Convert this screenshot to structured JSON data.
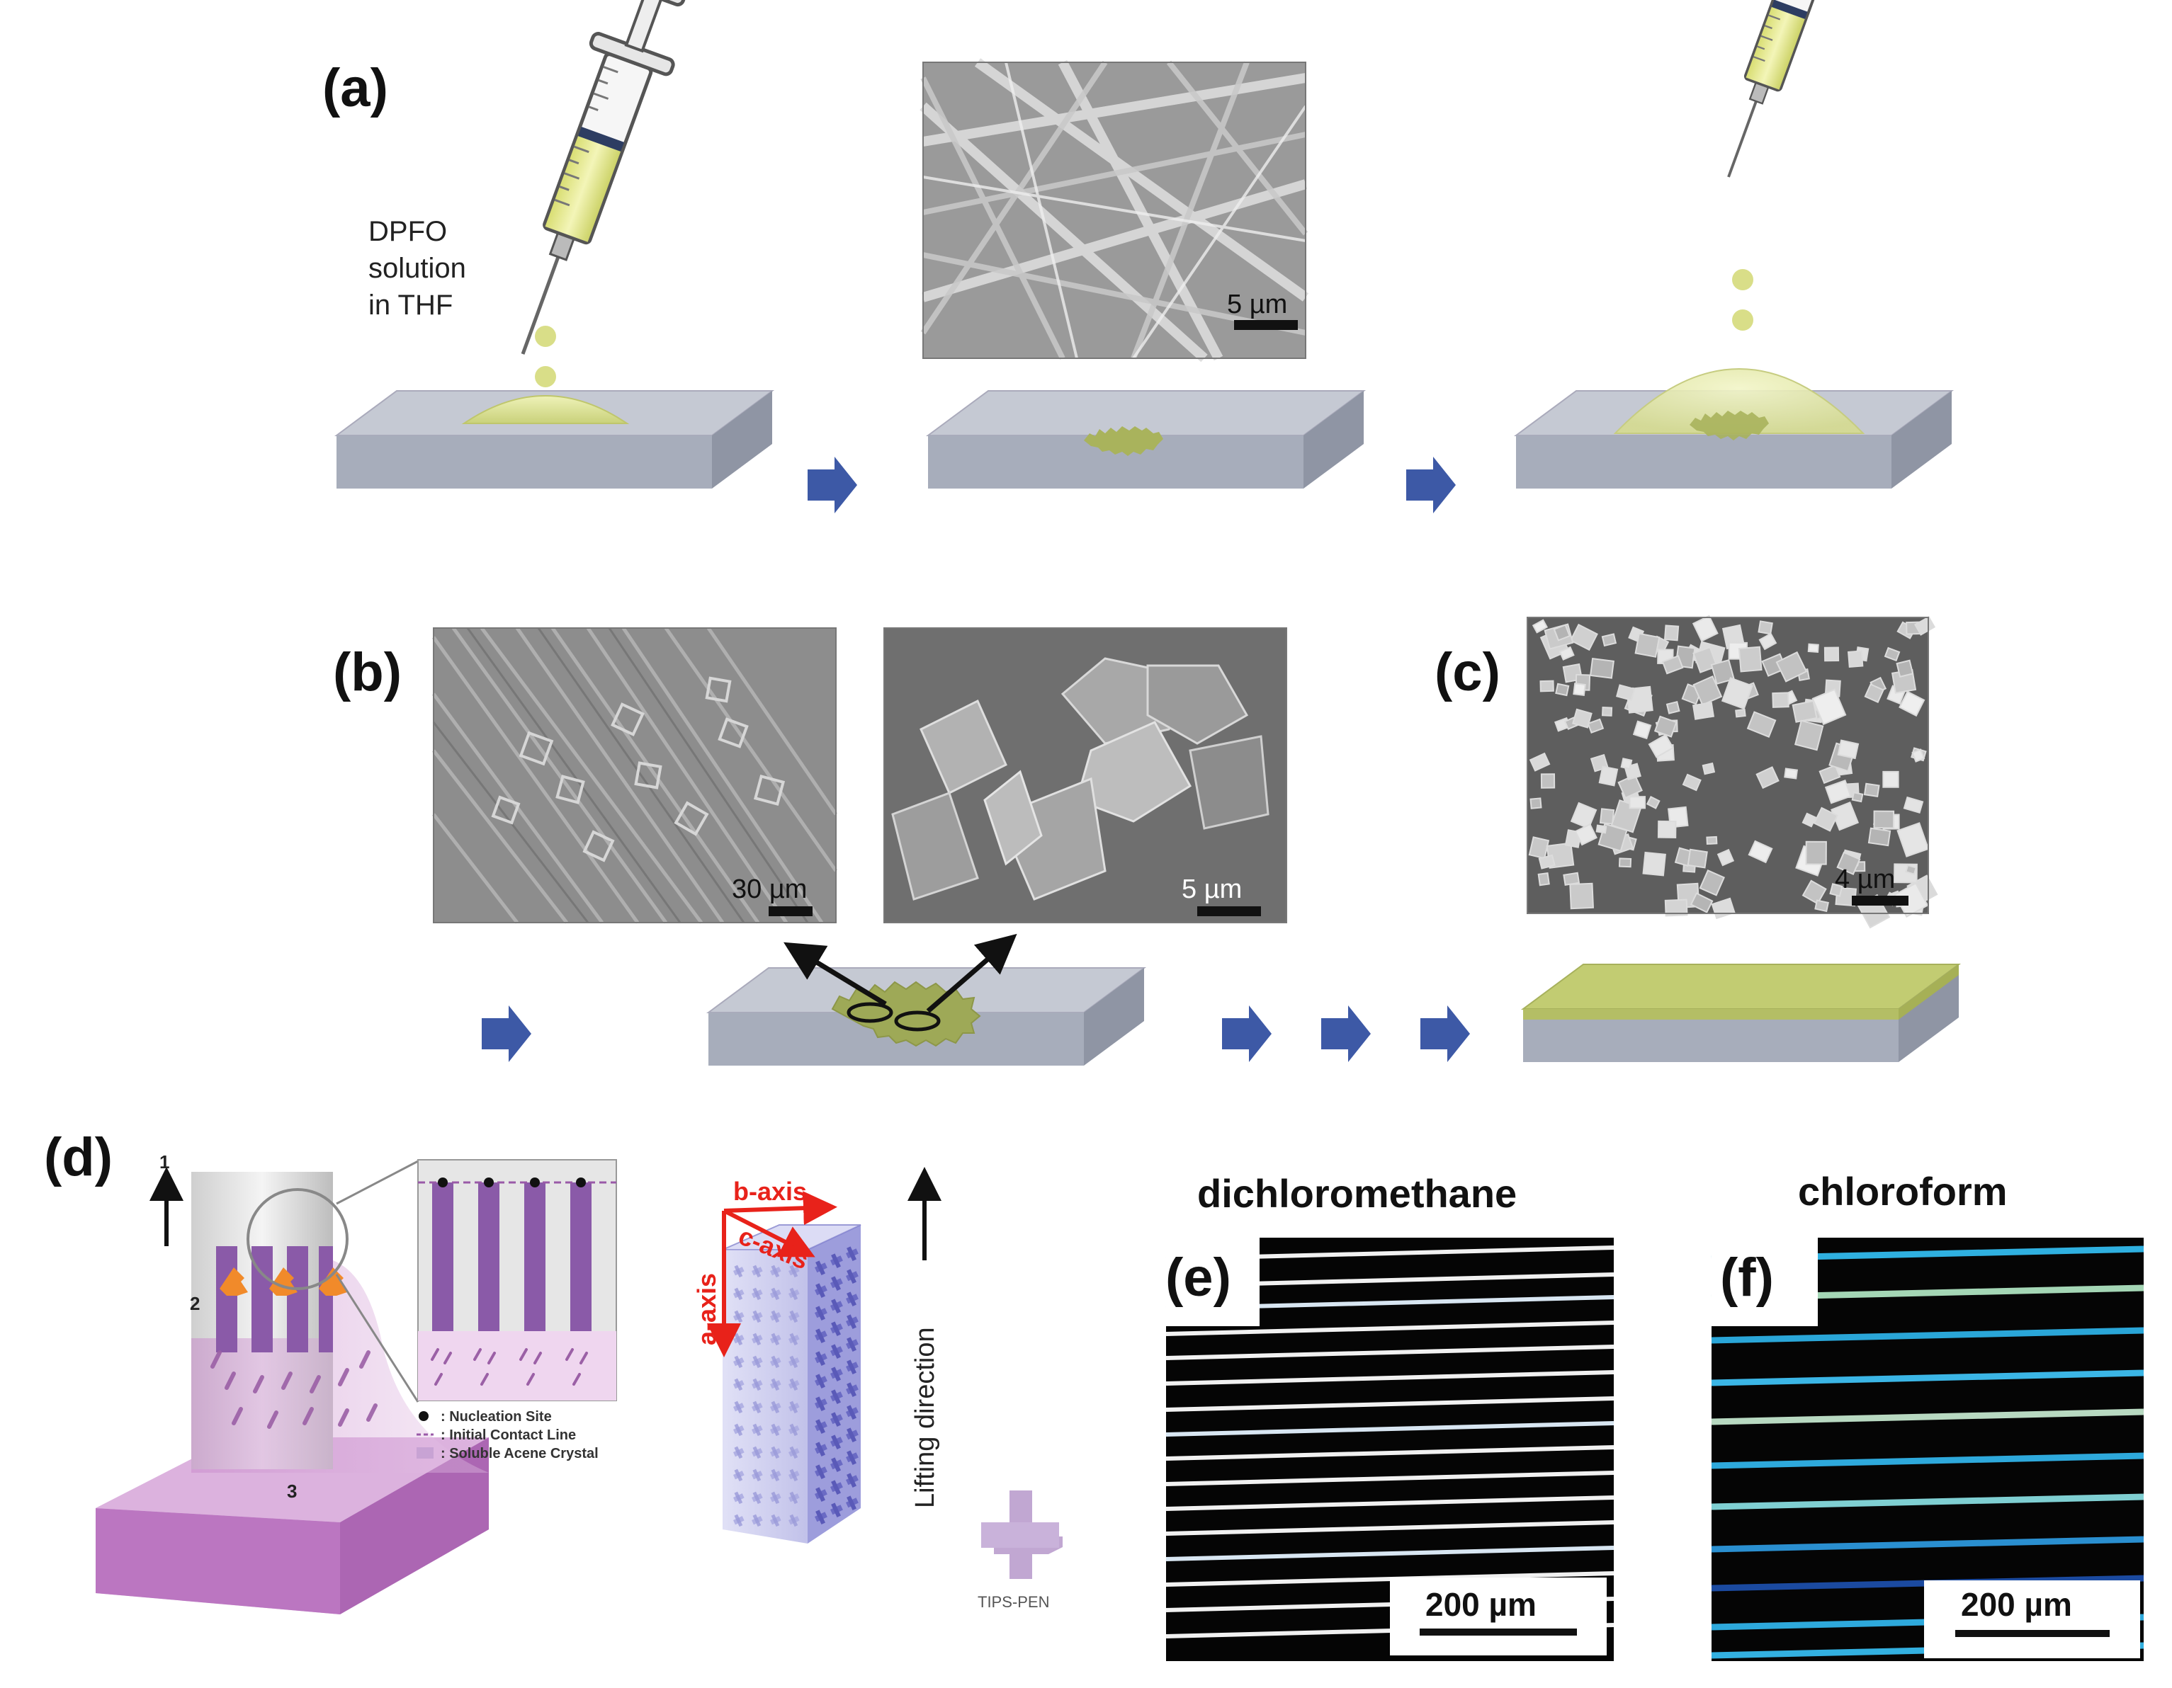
{
  "panel_labels": {
    "a": "(a)",
    "b": "(b)",
    "c": "(c)",
    "d": "(d)",
    "e": "(e)",
    "f": "(f)"
  },
  "panel_a": {
    "caption_line1": "DPFO",
    "caption_line2": "solution",
    "caption_line3": "in THF",
    "scale_bar": "5 µm"
  },
  "panel_b": {
    "scale_bar_left": "30 µm",
    "scale_bar_right": "5 µm"
  },
  "panel_c": {
    "scale_bar": "4 µm"
  },
  "panel_d": {
    "step_1": "1",
    "step_2": "2",
    "step_3": "3",
    "legend": [
      ": Nucleation Site",
      ": Initial Contact Line",
      ": Soluble Acene Crystal"
    ],
    "axis_a": "a-axis",
    "axis_b": "b-axis",
    "axis_c": "c-axis",
    "lifting_direction": "Lifting direction",
    "molecule_label": "TIPS-PEN"
  },
  "panel_e": {
    "solvent": "dichloromethane",
    "scale_bar": "200 µm"
  },
  "panel_f": {
    "solvent": "chloroform",
    "scale_bar": "200 µm"
  },
  "colors": {
    "arrow_blue": "#3d59a6",
    "substrate_top": "#c4c8d2",
    "droplet": "#dfe59a",
    "film": "#c2cc72",
    "crystal_fiber": "#8a5aa8",
    "axis_red": "#e8221a"
  }
}
